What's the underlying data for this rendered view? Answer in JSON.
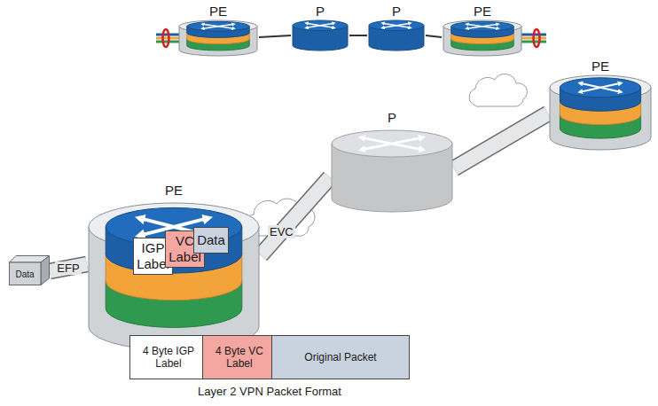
{
  "diagram": {
    "caption": "Layer 2 VPN Packet Format",
    "nodes": [
      {
        "text": [
          "PE"
        ]
      },
      {
        "text": [
          "P"
        ]
      },
      {
        "text": [
          "P"
        ]
      },
      {
        "text": [
          "PE"
        ]
      },
      {
        "text": [
          "PE"
        ]
      },
      {
        "text": [
          "P"
        ]
      },
      {
        "text": [
          "PE"
        ]
      },
      {
        "text": [
          "Data"
        ]
      },
      {
        "text": [
          "IGP Label"
        ],
        "in": 4
      },
      {
        "text": [
          "VC Label"
        ],
        "in": 4
      },
      {
        "text": [
          "Data"
        ],
        "in": 4
      },
      {
        "text": [
          "4 Byte IGP Label"
        ]
      },
      {
        "text": [
          "4 Byte VC Label"
        ]
      },
      {
        "text": [
          "Original Packet"
        ]
      }
    ],
    "edges": [
      {
        "from": 0,
        "to": 1,
        "arrow": "none"
      },
      {
        "from": 1,
        "to": 2,
        "arrow": "none"
      },
      {
        "from": 2,
        "to": 3,
        "arrow": "none"
      },
      {
        "from": 7,
        "to": 4,
        "label": "EFP",
        "arrow": "none"
      },
      {
        "from": 4,
        "to": 5,
        "label": "EVC",
        "arrow": "none"
      },
      {
        "from": 5,
        "to": 6,
        "arrow": "none"
      }
    ]
  }
}
